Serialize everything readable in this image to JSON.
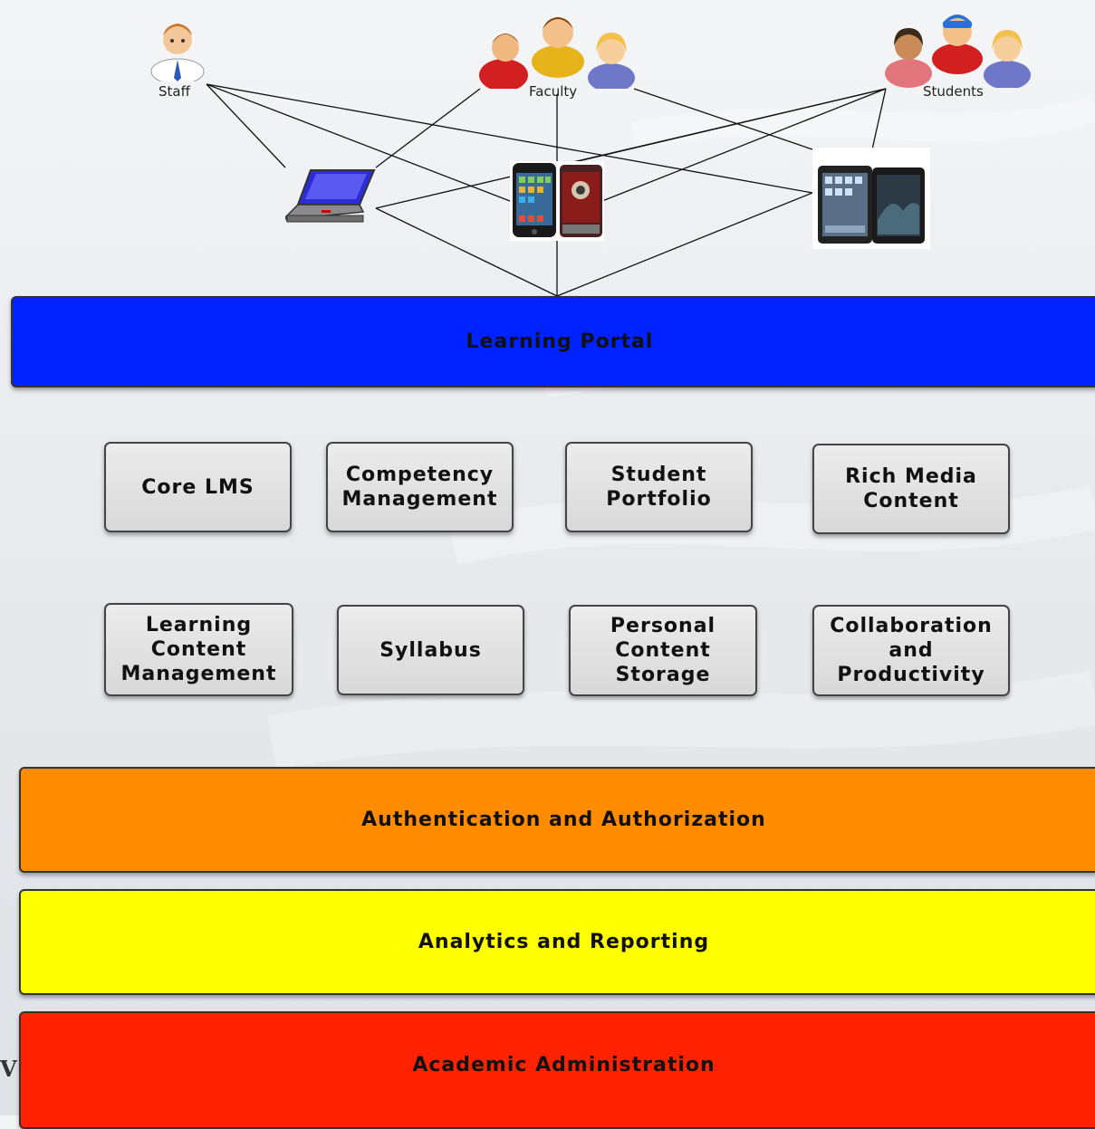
{
  "actors": [
    {
      "id": "staff",
      "label": "Staff"
    },
    {
      "id": "faculty",
      "label": "Faculty"
    },
    {
      "id": "students",
      "label": "Students"
    }
  ],
  "devices": [
    {
      "id": "laptop",
      "icon": "laptop-icon"
    },
    {
      "id": "smartphones",
      "icon": "smartphones-icon"
    },
    {
      "id": "tablets",
      "icon": "tablets-icon"
    }
  ],
  "portal": {
    "label": "Learning Portal",
    "color": "#0022ff"
  },
  "modules": [
    {
      "label": "Core LMS"
    },
    {
      "label": "Competency\nManagement"
    },
    {
      "label": "Student\nPortfolio"
    },
    {
      "label": "Rich Media\nContent"
    },
    {
      "label": "Learning\nContent\nManagement"
    },
    {
      "label": "Syllabus"
    },
    {
      "label": "Personal\nContent\nStorage"
    },
    {
      "label": "Collaboration\nand\nProductivity"
    }
  ],
  "layers": [
    {
      "label": "Authentication and Authorization",
      "color": "#ff8c00"
    },
    {
      "label": "Analytics and Reporting",
      "color": "#ffff00"
    },
    {
      "label": "Academic Administration",
      "color": "#ff2200"
    }
  ],
  "edge_text": "V"
}
